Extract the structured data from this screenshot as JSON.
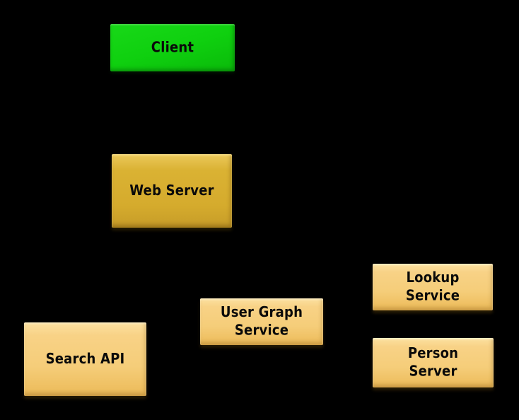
{
  "diagram": {
    "background_color": "#000000",
    "text_color": "#0a0a0a",
    "node_colors": {
      "client_green": "#10d010",
      "web_server_gold": "#d9b233",
      "service_tan": "#f6cf7d"
    },
    "nodes": {
      "client": {
        "label": "Client",
        "fill": "#10d010"
      },
      "web_server": {
        "label": "Web Server",
        "fill": "#d9b233"
      },
      "search_api": {
        "label": "Search API",
        "fill": "#f6cf7d"
      },
      "user_graph_service": {
        "label": "User Graph\nService",
        "fill": "#f6cf7d"
      },
      "lookup_service": {
        "label": "Lookup\nService",
        "fill": "#f6cf7d"
      },
      "person_server": {
        "label": "Person\nServer",
        "fill": "#f6cf7d"
      }
    }
  }
}
